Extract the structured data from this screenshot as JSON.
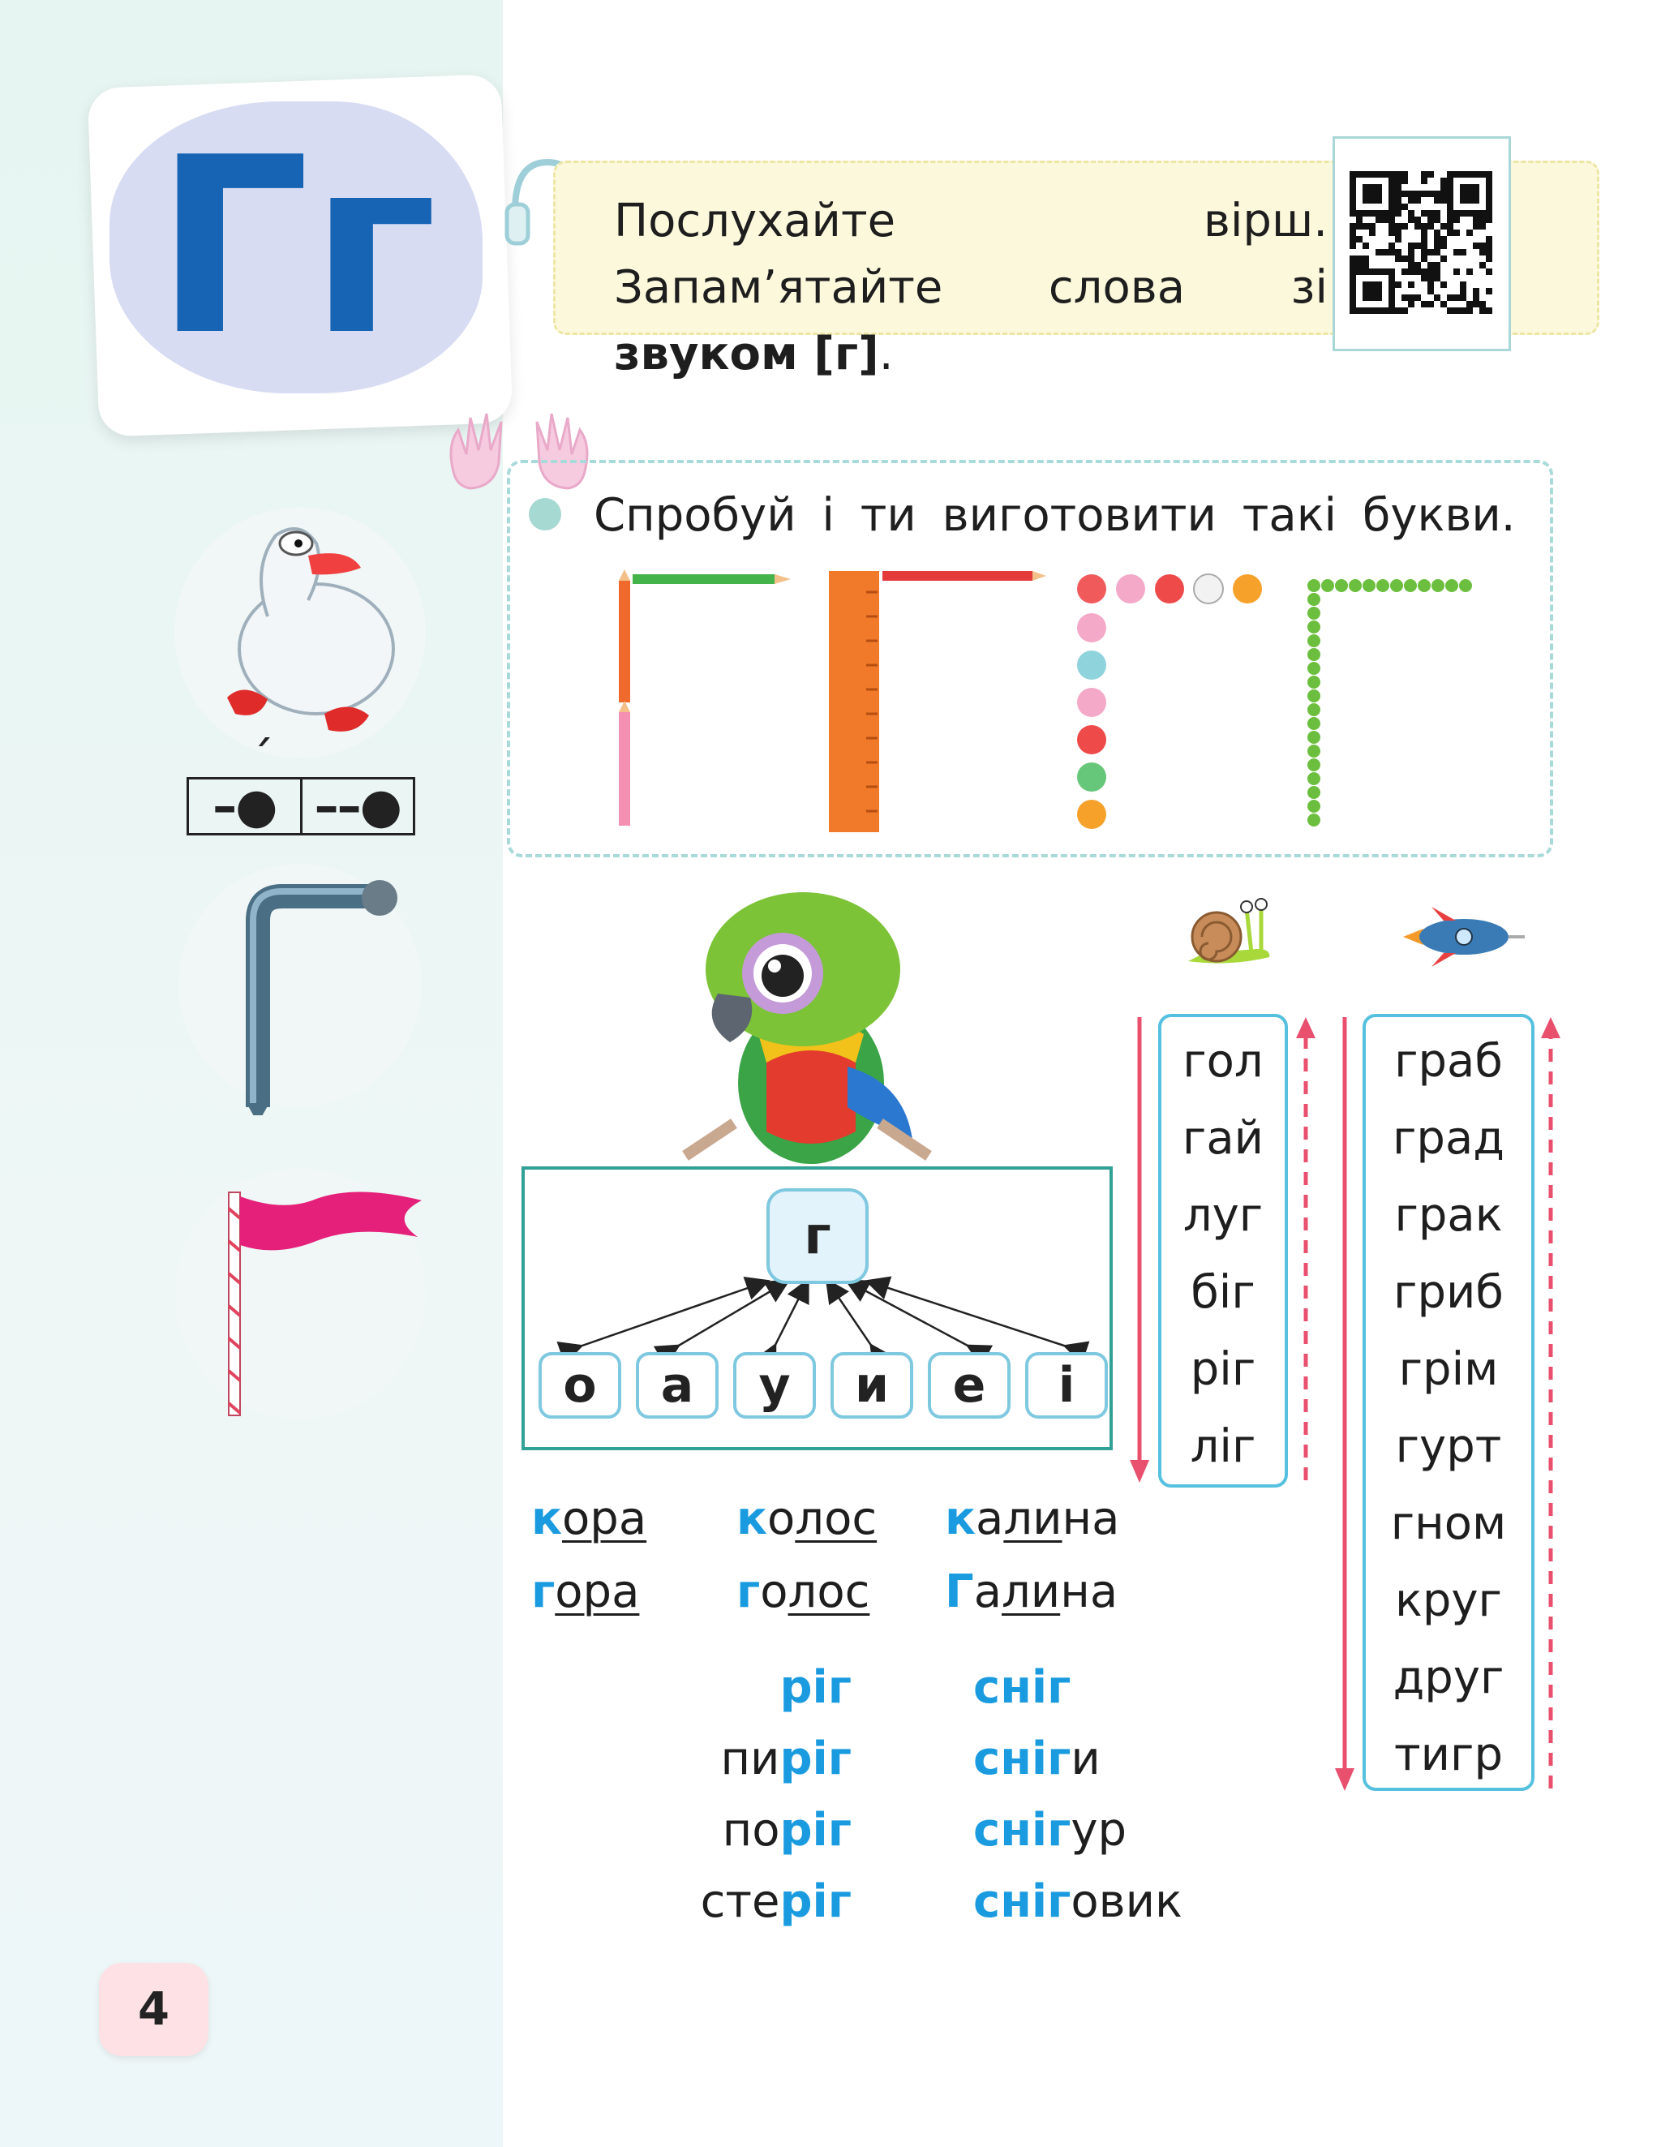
{
  "header": {
    "big_letter": "Гг",
    "instruction": {
      "text_plain": "Послухайте вірш. Запам’ятайте слова зі",
      "text_bold": "звуком [г]",
      "text_end": "."
    }
  },
  "craft": {
    "instruction": "Спробуй і ти виготовити такі букви."
  },
  "sound_scheme": {
    "stress_mark": "ˊ",
    "cells": [
      "–●",
      "––●"
    ]
  },
  "syllable_table": {
    "consonant": "г",
    "vowels": [
      "о",
      "а",
      "у",
      "и",
      "е",
      "і"
    ]
  },
  "word_columns": {
    "short": [
      "гол",
      "гай",
      "луг",
      "біг",
      "ріг",
      "ліг"
    ],
    "long": [
      "граб",
      "град",
      "грак",
      "гриб",
      "грім",
      "гурт",
      "гном",
      "круг",
      "друг",
      "тигр"
    ]
  },
  "word_pairs": [
    {
      "first": "к",
      "rest": "ора",
      "underline": "ора"
    },
    {
      "first": "к",
      "rest": "олос",
      "underline": "лос"
    },
    {
      "first": "к",
      "rest": "алина",
      "underline": "ли"
    },
    {
      "first": "г",
      "rest": "ора",
      "underline": "ора"
    },
    {
      "first": "г",
      "rest": "олос",
      "underline": "лос"
    },
    {
      "first": "Г",
      "rest": "алина",
      "underline": "ли"
    }
  ],
  "rhymes": {
    "rig": [
      {
        "prefix": "",
        "root": "ріг"
      },
      {
        "prefix": "пи",
        "root": "ріг"
      },
      {
        "prefix": "по",
        "root": "ріг"
      },
      {
        "prefix": "сте",
        "root": "ріг"
      }
    ],
    "snig": [
      {
        "root": "сніг",
        "suffix": ""
      },
      {
        "root": "сніг",
        "suffix": "и"
      },
      {
        "root": "сніг",
        "suffix": "ур"
      },
      {
        "root": "сніг",
        "suffix": "овик"
      }
    ]
  },
  "page_number": "4",
  "colors": {
    "letter_blue": "#1864b4",
    "accent_blue": "#1a9be0",
    "teal": "#31a095",
    "arrow_red": "#e8506e"
  }
}
